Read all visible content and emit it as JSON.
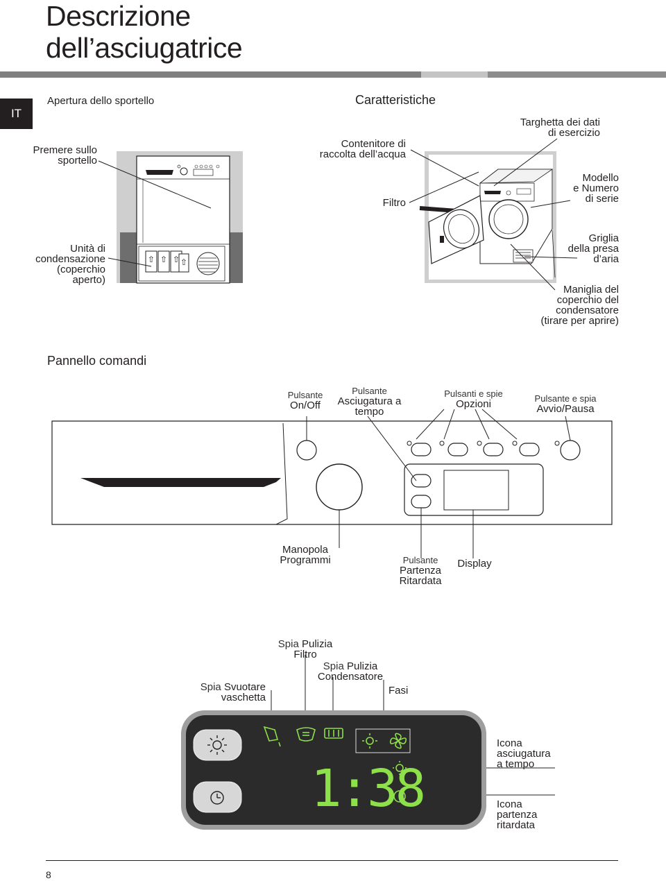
{
  "header": {
    "title_line1": "Descrizione",
    "title_line2": "dell’asciugatrice",
    "language_tab": "IT"
  },
  "opening": {
    "heading": "Apertura dello sportello",
    "press_line1": "Premere sullo",
    "press_line2": "sportello",
    "cond_line1": "Unità di",
    "cond_line2": "condensazione",
    "cond_line3": "(coperchio",
    "cond_line4": "aperto)"
  },
  "features": {
    "heading": "Caratteristiche",
    "water_line1": "Contenitore di",
    "water_line2": "raccolta dell’acqua",
    "filter": "Filtro",
    "plate_line1": "Targhetta dei dati",
    "plate_line2": "di esercizio",
    "model_line1": "Modello",
    "model_line2": "e Numero",
    "model_line3": "di serie",
    "grille_line1": "Griglia",
    "grille_line2": "della presa",
    "grille_line3": "d’aria",
    "handle_line1": "Maniglia del",
    "handle_line2": "coperchio del",
    "handle_line3": "condensatore",
    "handle_line4": "(tirare per aprire)"
  },
  "control_panel": {
    "heading": "Pannello comandi",
    "onoff_small": "Pulsante",
    "onoff_main": "On/Off",
    "timed_small": "Pulsante",
    "timed_main1": "Asciugatura a",
    "timed_main2": "tempo",
    "options_small": "Pulsanti e spie",
    "options_main": "Opzioni",
    "start_small": "Pulsante e spia",
    "start_main": "Avvio/Pausa",
    "knob_line1": "Manopola",
    "knob_line2": "Programmi",
    "delay_small": "Pulsante",
    "delay_main1": "Partenza",
    "delay_main2": "Ritardata",
    "display": "Display"
  },
  "display_panel": {
    "empty_small": "Spia",
    "empty_main1": "Svuotare",
    "empty_main2": "vaschetta",
    "filter_small": "Spia",
    "filter_main1": "Pulizia",
    "filter_main2": "Filtro",
    "cond_small": "Spia",
    "cond_main1": "Pulizia",
    "cond_main2": "Condensatore",
    "phases": "Fasi",
    "time_readout": "1:38",
    "timed_icon_line1": "Icona",
    "timed_icon_line2": "asciugatura",
    "timed_icon_line3": "a tempo",
    "delay_icon_line1": "Icona",
    "delay_icon_line2": "partenza",
    "delay_icon_line3": "ritardata"
  },
  "footer": {
    "page_number": "8"
  },
  "colors": {
    "ink": "#231f20",
    "grey_bar": "#8c8c8c",
    "light_bar": "#c0c0c0",
    "display_bg": "#2b2b2b",
    "lcd_green": "#8ee04a"
  }
}
